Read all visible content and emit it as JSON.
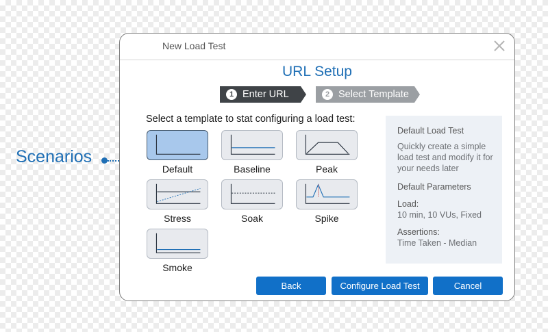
{
  "callout": {
    "label": "Scenarios"
  },
  "dialog": {
    "title": "New Load Test",
    "heading": "URL Setup"
  },
  "stepper": [
    {
      "number": "1",
      "label": "Enter URL",
      "active": true
    },
    {
      "number": "2",
      "label": "Select Template",
      "active": false
    }
  ],
  "instruction": "Select a template to stat configuring a load test:",
  "templates": [
    {
      "label": "Default",
      "icon": "default-graph-icon",
      "selected": true
    },
    {
      "label": "Baseline",
      "icon": "baseline-graph-icon"
    },
    {
      "label": "Peak",
      "icon": "peak-graph-icon"
    },
    {
      "label": "Stress",
      "icon": "stress-graph-icon"
    },
    {
      "label": "Soak",
      "icon": "soak-graph-icon"
    },
    {
      "label": "Spike",
      "icon": "spike-graph-icon"
    },
    {
      "label": "Smoke",
      "icon": "smoke-graph-icon"
    }
  ],
  "info": {
    "title": "Default Load Test",
    "description": "Quickly create a simple load test and modify it for your needs later",
    "params_title": "Default Parameters",
    "load_label": "Load:",
    "load_value": "10 min, 10  VUs, Fixed",
    "assertions_label": "Assertions:",
    "assertions_value": "Time Taken - Median"
  },
  "buttons": {
    "back": "Back",
    "configure": "Configure Load Test",
    "cancel": "Cancel"
  },
  "colors": {
    "accent": "#1f6fb5",
    "button": "#1170c8",
    "selected_tile": "#a8c8ec",
    "step_active": "#3f4347",
    "step_inactive": "#9b9fa3"
  }
}
